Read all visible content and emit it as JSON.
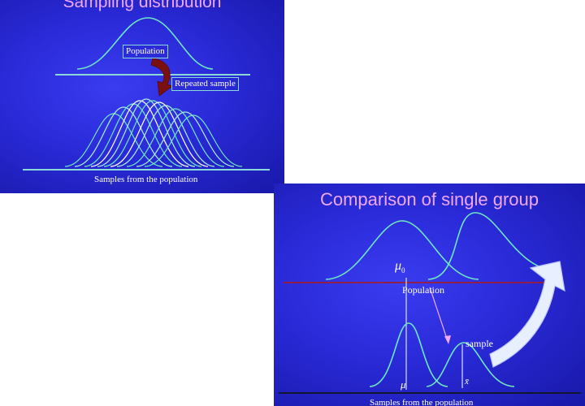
{
  "slide1": {
    "title": "Sampling distribution",
    "population_label": "Population",
    "repeated_label": "Repeated sample",
    "samples_caption": "Samples from the population"
  },
  "slide2": {
    "title": "Comparison of single group",
    "mu0_label": "μ",
    "mu0_sub": "0",
    "population_label": "Population",
    "sample_label": "sample",
    "mu_label": "μ",
    "xbar_label": "x̄",
    "samples_caption": "Samples from the population"
  },
  "colors": {
    "curve": "#6ee8c0",
    "baseline": "#8ad8d8",
    "red_line": "#b01818",
    "arrow_dark": "#7a1010",
    "pink_arrow": "#f0a8f8"
  }
}
